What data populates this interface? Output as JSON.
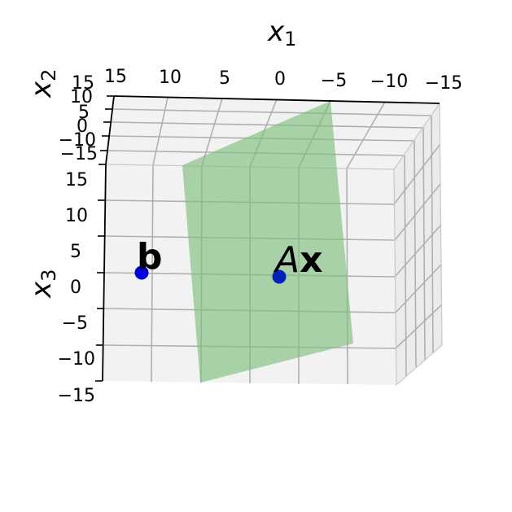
{
  "chart_data": {
    "type": "3d-scatter-plane",
    "projection": "3d",
    "axes": {
      "x1": {
        "label_base": "x",
        "label_sub": "1",
        "range": [
          -15,
          15
        ],
        "ticks": [
          15,
          10,
          5,
          0,
          -5,
          -10,
          -15
        ],
        "tick_labels": [
          "15",
          "10",
          "5",
          "0",
          "−5",
          "−10",
          "−15"
        ]
      },
      "x2": {
        "label_base": "x",
        "label_sub": "2",
        "range": [
          -15,
          15
        ],
        "ticks": [
          10,
          5,
          0,
          -10,
          -15
        ],
        "tick_labels": [
          "15",
          "10",
          "5",
          "0",
          "−10",
          "−15"
        ]
      },
      "x3": {
        "label_base": "x",
        "label_sub": "3",
        "range": [
          -15,
          15
        ],
        "ticks": [
          15,
          10,
          5,
          0,
          -5,
          -10,
          -15
        ],
        "tick_labels": [
          "15",
          "10",
          "5",
          "0",
          "−5",
          "−10",
          "−15"
        ]
      }
    },
    "grid": true,
    "plane": {
      "color": "#7fbf7f",
      "opacity": 0.65
    },
    "points": [
      {
        "label": "b",
        "x1": 12.0,
        "x2": 0.0,
        "x3": 0.0,
        "color": "#0000dd"
      },
      {
        "label": "Ax",
        "x1": 0.0,
        "x2": 0.0,
        "x3": 0.0,
        "color": "#0022bb"
      }
    ]
  }
}
